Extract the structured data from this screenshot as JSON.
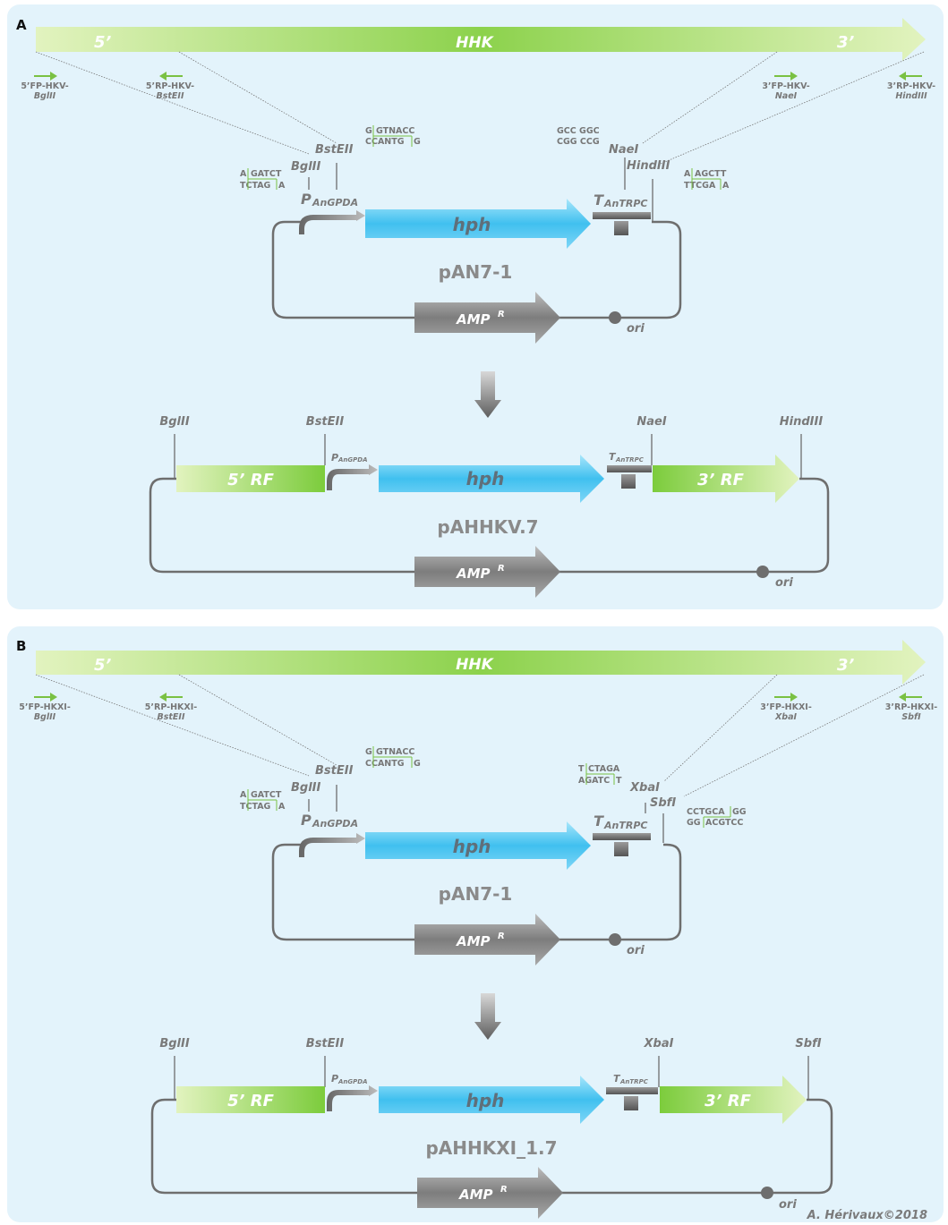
{
  "panels": [
    {
      "letter": "A",
      "gene": {
        "five": "5’",
        "name": "HHK",
        "three": "3’"
      },
      "primers": {
        "fp5": {
          "l1": "5’FP-HKV-",
          "l2": "BglII"
        },
        "rp5": {
          "l1": "5’RP-HKV-",
          "l2": "BstEII"
        },
        "fp3": {
          "l1": "3’FP-HKV-",
          "l2": "NaeI"
        },
        "rp3": {
          "l1": "3’RP-HKV-",
          "l2": "HindIII"
        }
      },
      "sites_top": {
        "bglii_seq": [
          "AGATCT",
          "TCTAGA"
        ],
        "bglii_seq_split": [
          "A",
          "GATCT",
          "TCTAG",
          "A"
        ],
        "bsteii_seq_split": [
          "G",
          "GTNACC",
          "CCANTG",
          "G"
        ],
        "site3_seq_split": [
          "GCC GGC",
          "CGG CCG"
        ],
        "site4_seq_split": [
          "A",
          "AGCTT",
          "TTCGA",
          "A"
        ],
        "bglii": "BglII",
        "bsteii": "BstEII",
        "site3": "NaeI",
        "site4": "HindIII"
      },
      "plasmid1": {
        "promoter": "P",
        "promoter_sub": "AnGPDA",
        "gene": "hph",
        "terminator": "T",
        "terminator_sub": "AnTRPC",
        "name": "pAN7-1",
        "amp": "AMP",
        "amp_sup": "R",
        "ori": "ori"
      },
      "plasmid2": {
        "site1": "BglII",
        "site2": "BstEII",
        "site3": "NaeI",
        "site4": "HindIII",
        "rf5": "5’ RF",
        "rf3": "3’ RF",
        "promoter": "P",
        "promoter_sub": "AnGPDA",
        "gene": "hph",
        "terminator": "T",
        "terminator_sub": "AnTRPC",
        "name": "pAHHKV.7",
        "amp": "AMP",
        "amp_sup": "R",
        "ori": "ori"
      }
    },
    {
      "letter": "B",
      "gene": {
        "five": "5’",
        "name": "HHK",
        "three": "3’"
      },
      "primers": {
        "fp5": {
          "l1": "5’FP-HKXI-",
          "l2": "BglII"
        },
        "rp5": {
          "l1": "5’RP-HKXI-",
          "l2": "BstEII"
        },
        "fp3": {
          "l1": "3’FP-HKXI-",
          "l2": "XbaI"
        },
        "rp3": {
          "l1": "3’RP-HKXI-",
          "l2": "SbfI"
        }
      },
      "sites_top": {
        "bglii_seq_split": [
          "A",
          "GATCT",
          "TCTAG",
          "A"
        ],
        "bsteii_seq_split": [
          "G",
          "GTNACC",
          "CCANTG",
          "G"
        ],
        "site3_seq_split": [
          "T",
          "CTAGA",
          "AGATC",
          "T"
        ],
        "site4_seq_split": [
          "CCTGCA",
          "GG",
          "GG",
          "ACGTCC"
        ],
        "bglii": "BglII",
        "bsteii": "BstEII",
        "site3": "XbaI",
        "site4": "SbfI"
      },
      "plasmid1": {
        "promoter": "P",
        "promoter_sub": "AnGPDA",
        "gene": "hph",
        "terminator": "T",
        "terminator_sub": "AnTRPC",
        "name": "pAN7-1",
        "amp": "AMP",
        "amp_sup": "R",
        "ori": "ori"
      },
      "plasmid2": {
        "site1": "BglII",
        "site2": "BstEII",
        "site3": "XbaI",
        "site4": "SbfI",
        "rf5": "5’ RF",
        "rf3": "3’ RF",
        "promoter": "P",
        "promoter_sub": "AnGPDA",
        "gene": "hph",
        "terminator": "T",
        "terminator_sub": "AnTRPC",
        "name": "pAHHKXI_1.7",
        "amp": "AMP",
        "amp_sup": "R",
        "ori": "ori"
      }
    }
  ],
  "credit": "A. Hérivaux©2018",
  "colors": {
    "panel_bg": "#e3f3fb",
    "gene_green": "#8ed34e",
    "gene_light": "#ddf0b8",
    "hph_blue": "#49c4ef",
    "amp_grey": "#8b8b8b",
    "primer_green": "#7ac143"
  }
}
